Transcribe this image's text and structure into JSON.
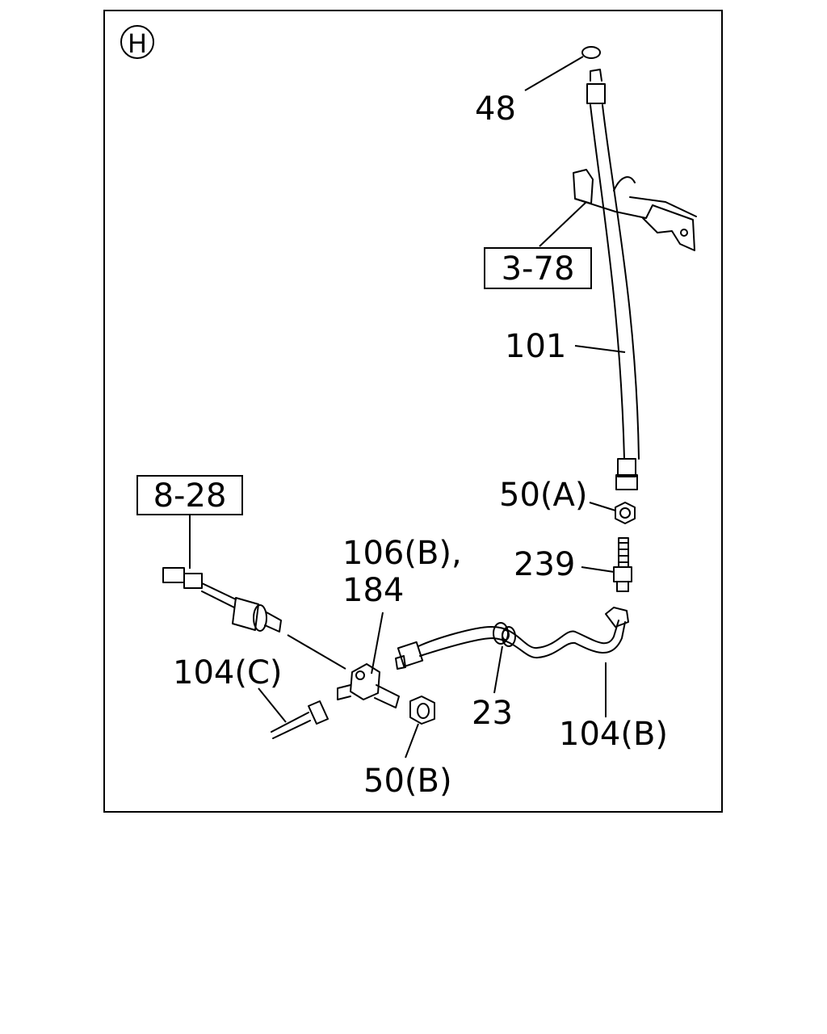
{
  "section_marker": "H",
  "reference_boxes": {
    "ref_3_78": "3-78",
    "ref_8_28": "8-28"
  },
  "callouts": {
    "c48": "48",
    "c101": "101",
    "c50a": "50(A)",
    "c239": "239",
    "c106b": "106(B),",
    "c184": "184",
    "c104c": "104(C)",
    "c23": "23",
    "c104b": "104(B)",
    "c50b": "50(B)"
  },
  "colors": {
    "line": "#000000",
    "background": "#ffffff"
  }
}
